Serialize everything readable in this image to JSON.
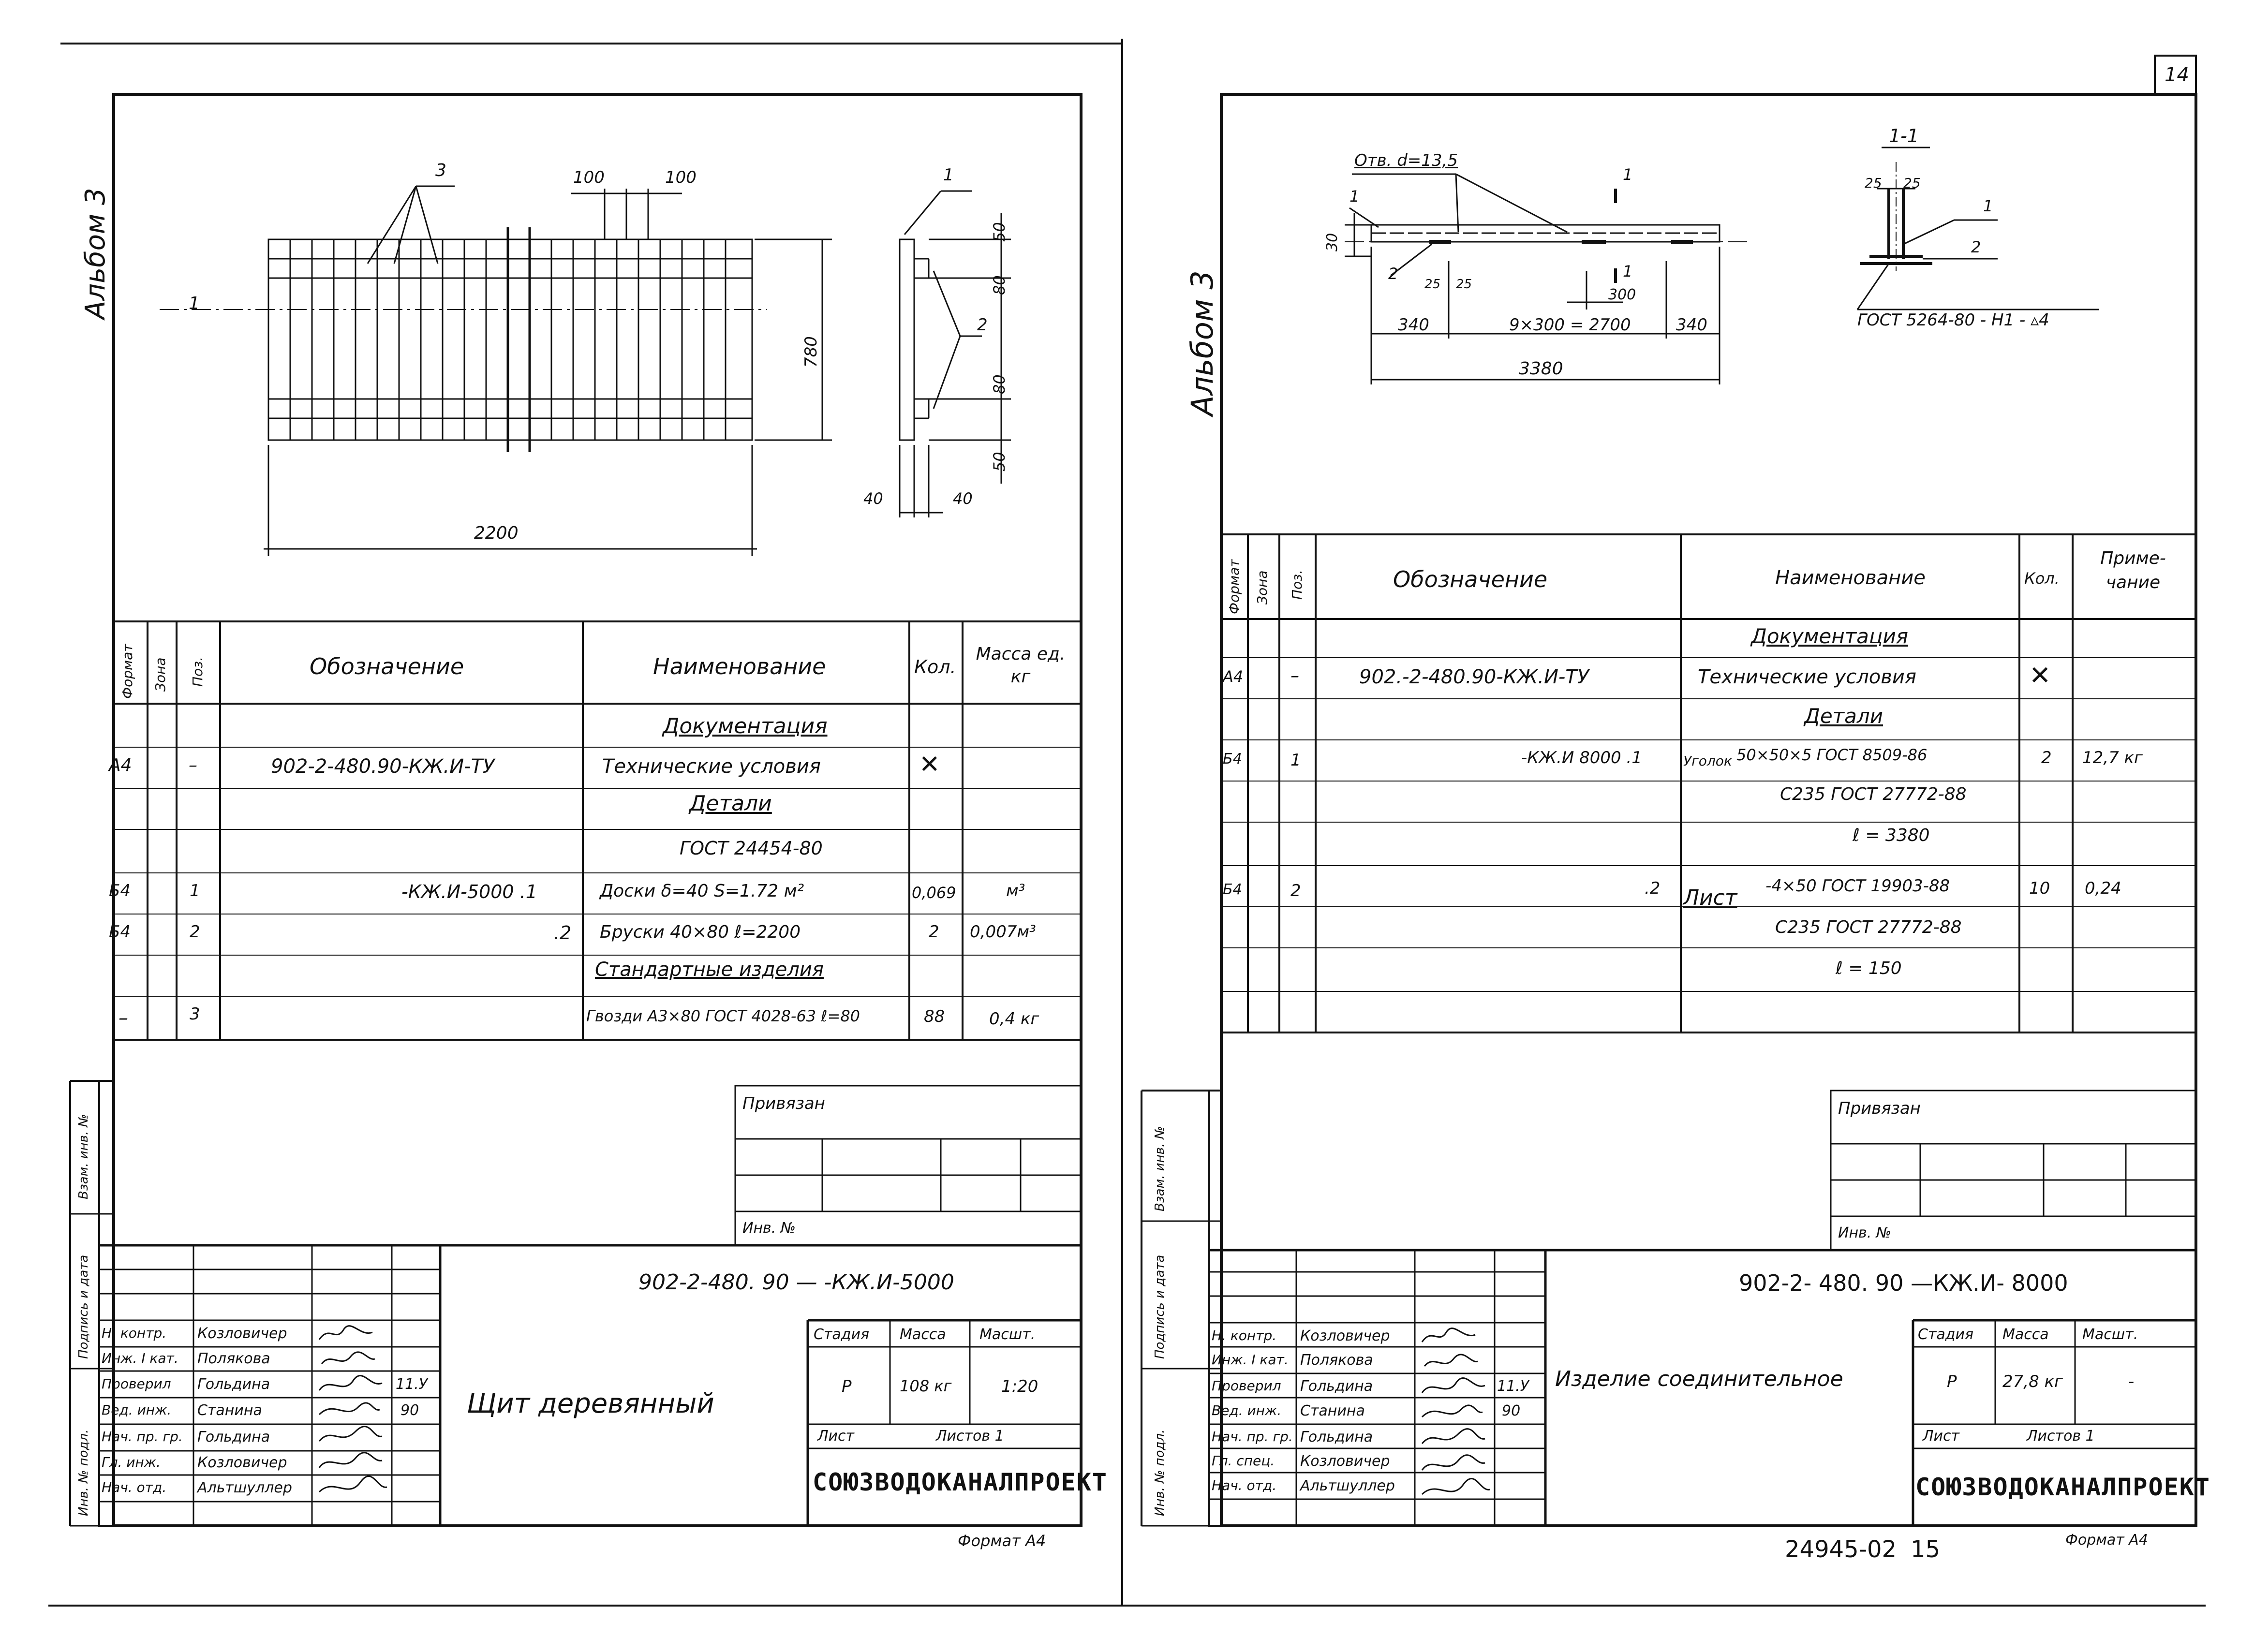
{
  "sheet": {
    "page_number": "14",
    "doc_number": "24945-02",
    "page_index": "15"
  },
  "left": {
    "album": "Альбом 3",
    "dims": {
      "d100a": "100",
      "d100b": "100",
      "d3": "3",
      "d1": "1",
      "d2": "2",
      "d1s": "1",
      "d50a": "50",
      "d80a": "80",
      "d80b": "80",
      "d50b": "50",
      "d780": "780",
      "d2200": "2200",
      "d40a": "40",
      "d40b": "40"
    },
    "spec": {
      "head": {
        "format": "Формат",
        "zone": "Зона",
        "pos": "Поз.",
        "designation": "Обозначение",
        "name": "Наименование",
        "qty": "Кол.",
        "mass": "Масса ед. кг"
      },
      "section_docs": "Документация",
      "row1": {
        "format": "А4",
        "pos": "–",
        "designation": "902-2-480.90-КЖ.И-ТУ",
        "name": "Технические условия",
        "qty": "✕"
      },
      "section_parts": "Детали",
      "gost": "ГОСТ 24454-80",
      "row2": {
        "format": "Б4",
        "pos": "1",
        "designation": "-КЖ.И-5000   .1",
        "name": "Доски δ=40   S=1.72 м²",
        "qty": "0,069",
        "mass": "м³"
      },
      "row3": {
        "format": "Б4",
        "pos": "2",
        "designation": ".2",
        "name": "Бруски 40×80   ℓ=2200",
        "qty": "2",
        "mass": "0,007м³"
      },
      "section_std": "Стандартные изделия",
      "row4": {
        "format": "–",
        "pos": "3",
        "name": "Гвозди А3×80 ГОСТ 4028-63 ℓ=80",
        "qty": "88",
        "mass": "0,4 кг"
      }
    },
    "stamp": {
      "privyazan": "Привязан",
      "inv": "Инв. №",
      "code": "902-2-480. 90 — -КЖ.И-5000",
      "roles": [
        "Н. контр.",
        "Инж. I кат.",
        "Проверил",
        "Вед. инж.",
        "Нач. пр. гр.",
        "Гл. инж.",
        "Нач. отд."
      ],
      "names": [
        "Козловичер",
        "Полякова",
        "Гольдина",
        "Станина",
        "Гольдина",
        "Козловичер",
        "Альтшуллер"
      ],
      "date1": "11.У",
      "date2": "90",
      "title": "Щит деревянный",
      "stage_h": "Стадия",
      "mass_h": "Масса",
      "scale_h": "Масшт.",
      "stage": "Р",
      "mass": "108 кг",
      "scale": "1:20",
      "sheet_h": "Лист",
      "sheets_h": "Листов 1",
      "org": "СОЮЗВОДОКАНАЛПРОЕКТ",
      "format": "Формат А4"
    },
    "side_labels": [
      "Взам. инв. №",
      "Подпись и дата",
      "Инв. № подл."
    ]
  },
  "right": {
    "album": "Альбом 3",
    "dims": {
      "otv": "Отв. d=13,5",
      "c1": "1",
      "c2": "2",
      "sec1": "1",
      "sec1b": "1",
      "d30": "30",
      "d25a": "25",
      "d25b": "25",
      "d300": "300",
      "d340a": "340",
      "d9x300": "9×300 = 2700",
      "d340b": "340",
      "d3380": "3380",
      "sec_title": "1-1",
      "s25a": "25",
      "s25b": "25",
      "s1": "1",
      "s2": "2",
      "gost": "ГОСТ 5264-80 - Н1 - ▵4"
    },
    "spec": {
      "head": {
        "format": "Формат",
        "zone": "Зона",
        "pos": "Поз.",
        "designation": "Обозначение",
        "name": "Наименование",
        "qty": "Кол.",
        "note": "Приме-чание"
      },
      "section_docs": "Документация",
      "row1": {
        "format": "А4",
        "pos": "–",
        "designation": "902.-2-480.90-КЖ.И-ТУ",
        "name": "Технические условия",
        "qty": "✕"
      },
      "section_parts": "Детали",
      "row2": {
        "format": "Б4",
        "pos": "1",
        "designation": "-КЖ.И 8000   .1",
        "name_a": "Уголок",
        "name_b": "50×50×5  ГОСТ 8509-86",
        "qty": "2",
        "note": "12,7 кг"
      },
      "row2b": "С235 ГОСТ 27772-88",
      "row2c": "ℓ = 3380",
      "row3": {
        "format": "Б4",
        "pos": "2",
        "designation": ".2",
        "name_a": "Лист",
        "name_b": "-4×50   ГОСТ 19903-88",
        "qty": "10",
        "note": "0,24"
      },
      "row3b": "С235 ГОСТ 27772-88",
      "row3c": "ℓ = 150"
    },
    "stamp": {
      "privyazan": "Привязан",
      "inv": "Инв. №",
      "code": "902-2- 480. 90 —КЖ.И- 8000",
      "roles": [
        "Н. контр.",
        "Инж. I кат.",
        "Проверил",
        "Вед. инж.",
        "Нач. пр. гр.",
        "Гл. спец.",
        "Нач. отд."
      ],
      "names": [
        "Козловичер",
        "Полякова",
        "Гольдина",
        "Станина",
        "Гольдина",
        "Козловичер",
        "Альтшуллер"
      ],
      "date1": "11.У",
      "date2": "90",
      "title": "Изделие соединительное",
      "stage_h": "Стадия",
      "mass_h": "Масса",
      "scale_h": "Масшт.",
      "stage": "Р",
      "mass": "27,8 кг",
      "scale": "-",
      "sheet_h": "Лист",
      "sheets_h": "Листов 1",
      "org": "СОЮЗВОДОКАНАЛПРОЕКТ",
      "format": "Формат А4"
    },
    "side_labels": [
      "Взам. инв. №",
      "Подпись и дата",
      "Инв. № подл."
    ]
  }
}
